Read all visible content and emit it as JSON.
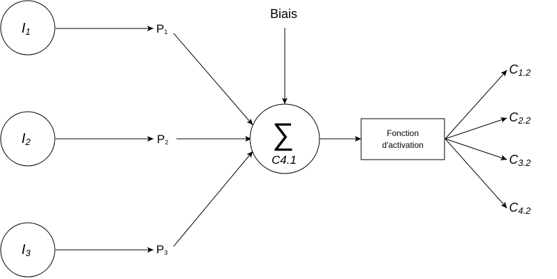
{
  "inputs": [
    {
      "letter": "I",
      "sub": "1"
    },
    {
      "letter": "I",
      "sub": "2"
    },
    {
      "letter": "I",
      "sub": "3"
    }
  ],
  "weights": [
    {
      "letter": "P",
      "sub": "1"
    },
    {
      "letter": "P",
      "sub": "2"
    },
    {
      "letter": "P",
      "sub": "3"
    }
  ],
  "bias": "Biais",
  "sum": {
    "symbol": "∑",
    "label": "C4.1"
  },
  "activation": {
    "line1": "Fonction",
    "line2": "d'activation"
  },
  "outputs": [
    {
      "letter": "C",
      "sub": "1.2"
    },
    {
      "letter": "C",
      "sub": "2.2"
    },
    {
      "letter": "C",
      "sub": "3.2"
    },
    {
      "letter": "C",
      "sub": "4.2"
    }
  ],
  "colors": {
    "stroke": "#000000",
    "background": "#ffffff"
  }
}
